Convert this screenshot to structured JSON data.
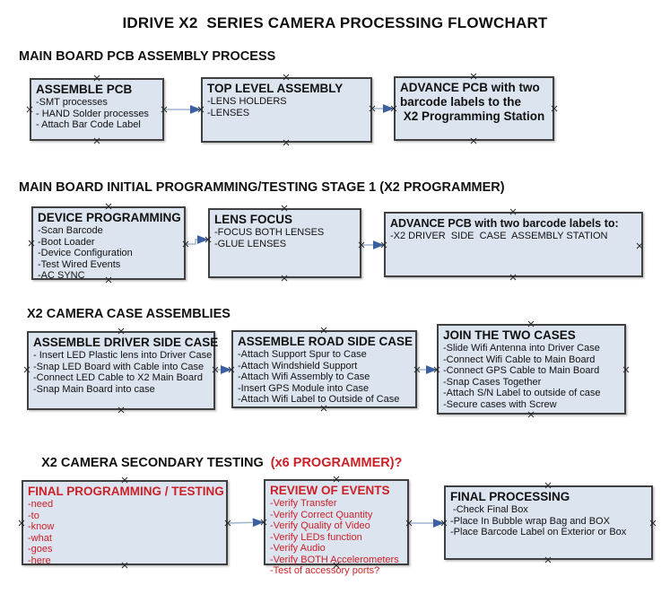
{
  "colors": {
    "box-fill": "#dce4f0",
    "box-border": "#404040",
    "line": "#9fb3cc",
    "head": "#3b5fa0",
    "red": "#cc2027",
    "ink": "#111111",
    "cross": "#2a2a2a"
  },
  "title": "IDRIVE X2  SERIES CAMERA PROCESSING FLOWCHART",
  "sections": [
    {
      "heading": "MAIN BOARD PCB ASSEMBLY PROCESS",
      "boxes": [
        {
          "title": "ASSEMBLE PCB",
          "items": [
            "-SMT processes",
            "- HAND Solder processes",
            "- Attach Bar Code Label"
          ]
        },
        {
          "title": "TOP LEVEL ASSEMBLY",
          "items": [
            "-LENS HOLDERS",
            "-LENSES"
          ]
        },
        {
          "title": "",
          "items": [
            "ADVANCE PCB with two",
            "barcode labels to the",
            " X2 Programming Station"
          ]
        }
      ]
    },
    {
      "heading": "MAIN BOARD INITIAL PROGRAMMING/TESTING STAGE 1 (X2 PROGRAMMER)",
      "boxes": [
        {
          "title": "DEVICE PROGRAMMING",
          "items": [
            "-Scan Barcode",
            "-Boot Loader",
            "-Device Configuration",
            "-Test Wired Events",
            "-AC SYNC"
          ]
        },
        {
          "title": "LENS FOCUS",
          "items": [
            "-FOCUS BOTH LENSES",
            "-GLUE LENSES"
          ]
        },
        {
          "title": "ADVANCE PCB with two barcode labels to:",
          "items": [
            "-X2 DRIVER  SIDE  CASE  ASSEMBLY STATION"
          ]
        }
      ]
    },
    {
      "heading": "X2 CAMERA CASE ASSEMBLIES",
      "boxes": [
        {
          "title": "ASSEMBLE DRIVER SIDE CASE",
          "items": [
            "- Insert LED Plastic lens into Driver Case",
            "-Snap LED Board with Cable into Case",
            "-Connect LED Cable to X2 Main Board",
            "-Snap Main Board into case"
          ]
        },
        {
          "title": "ASSEMBLE ROAD SIDE CASE",
          "items": [
            "-Attach Support Spur to Case",
            "-Attach Windshield Support",
            "-Attach Wifi Assembly to Case",
            "-Insert GPS Module into Case",
            "-Attach Wifi Label to Outside of Case"
          ]
        },
        {
          "title": "JOIN THE TWO CASES",
          "items": [
            "-Slide Wifi Antenna into Driver Case",
            "-Connect Wifi Cable to Main Board",
            "-Connect GPS Cable to Main Board",
            "-Snap Cases Together",
            "-Attach S/N Label to outside of case",
            "-Secure cases with Screw"
          ]
        }
      ]
    },
    {
      "heading": "X2 CAMERA SECONDARY TESTING ",
      "heading_red": " (x6 PROGRAMMER)?",
      "boxes": [
        {
          "title": "FINAL PROGRAMMING / TESTING",
          "items": [
            "-need",
            "-to",
            "-know",
            "-what",
            "-goes",
            "-here"
          ]
        },
        {
          "title": "REVIEW OF EVENTS",
          "items": [
            "-Verify Transfer",
            "-Verify Correct Quantity",
            "-Verify Quality of Video",
            "-Verify LEDs function",
            "-Verify Audio",
            "-Verify BOTH Accelerometers",
            "-Test of accessory ports?"
          ]
        },
        {
          "title": "FINAL PROCESSING",
          "items": [
            " -Check Final Box",
            "-Place In Bubble wrap Bag and BOX",
            "-Place Barcode Label on Exterior or Box"
          ]
        }
      ]
    }
  ]
}
